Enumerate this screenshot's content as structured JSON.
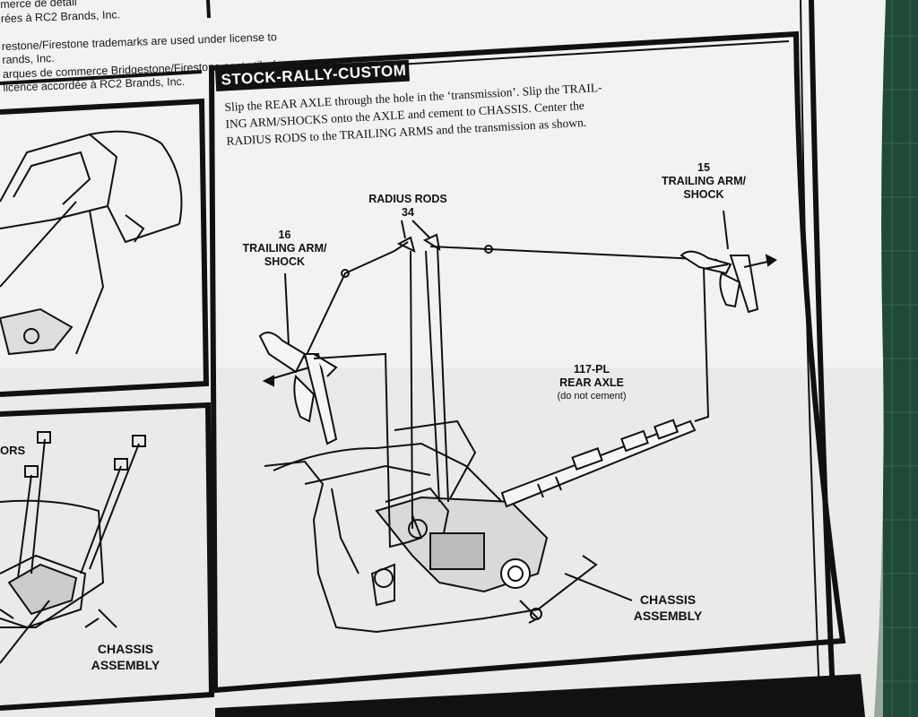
{
  "legal": {
    "lines": [
      "merce de détail",
      "rées à RC2 Brands, Inc.",
      "",
      "restone/Firestone trademarks are used under license to",
      "rands, Inc.",
      "arques de commerce Bridgestone/Firestone sont util sées",
      "licence accordée à RC2 Brands, Inc."
    ]
  },
  "panel": {
    "title": "STOCK-RALLY-CUSTOM",
    "instructions": [
      "Slip the REAR AXLE through the hole in the ‘transmission’. Slip the TRAIL-",
      "ING ARM/SHOCKS onto the AXLE and cement to CHASSIS. Center the",
      "RADIUS RODS to the TRAILING ARMS and the transmission as shown."
    ]
  },
  "callouts": {
    "radius_rods": {
      "label": "RADIUS RODS",
      "number": "34"
    },
    "trailing_arm_right": {
      "number": "15",
      "line1": "TRAILING ARM/",
      "line2": "SHOCK"
    },
    "trailing_arm_left": {
      "number": "16",
      "line1": "TRAILING ARM/",
      "line2": "SHOCK"
    },
    "rear_axle": {
      "number": "117-PL",
      "label": "REAR AXLE",
      "note": "(do not cement)"
    },
    "chassis_main": {
      "line1": "CHASSIS",
      "line2": "ASSEMBLY"
    },
    "chassis_left": {
      "line1": "CHASSIS",
      "line2": "ASSEMBLY"
    },
    "left_partial": "ORS"
  },
  "colors": {
    "mat": "#1f4a36",
    "paper": "#f2f2f0",
    "ink": "#111111"
  }
}
